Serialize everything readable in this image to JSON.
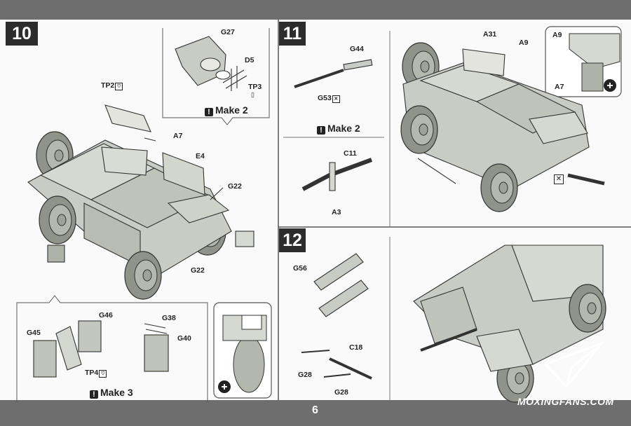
{
  "page_number": "6",
  "watermark": "MOXINGFANS.COM",
  "steps": {
    "step10": {
      "number": "10",
      "parts": {
        "g27": "G27",
        "d5": "D5",
        "tp3": "TP3",
        "tp2": "TP2",
        "a7": "A7",
        "e4": "E4",
        "g22_top": "G22",
        "g22_bottom": "G22",
        "g45": "G45",
        "g46": "G46",
        "g38": "G38",
        "g40": "G40",
        "tp4": "TP4"
      },
      "make_top": "Make 2",
      "make_bottom": "Make 3"
    },
    "step11": {
      "number": "11",
      "parts": {
        "g44": "G44",
        "g53": "G53",
        "c11": "C11",
        "a3": "A3",
        "a31": "A31",
        "a9": "A9",
        "a9_zoom": "A9",
        "a7_zoom": "A7"
      },
      "make": "Make 2"
    },
    "step12": {
      "number": "12",
      "parts": {
        "g56": "G56",
        "c18": "C18",
        "g28_a": "G28",
        "g28_b": "G28"
      }
    }
  },
  "icons": [
    "zoom-magnifier-icon",
    "fragile-heart-icon",
    "cut-off-icon"
  ],
  "colors": {
    "band": "#6e6e6e",
    "step_box": "#2c2c2c",
    "part_fill": "#c9ccc4",
    "outline": "#333333"
  }
}
